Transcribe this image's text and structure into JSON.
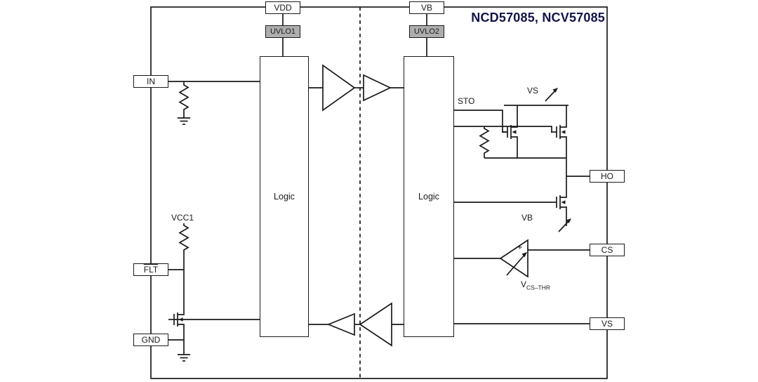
{
  "title": "NCD57085, NCV57085",
  "colors": {
    "background": "#ffffff",
    "line": "#1a1a1a",
    "uvlo_fill": "#aeaeae",
    "title_text": "#13134a"
  },
  "pins": {
    "vdd": {
      "label": "VDD"
    },
    "vb": {
      "label": "VB"
    },
    "in": {
      "label": "IN"
    },
    "flt": {
      "label": "FLT"
    },
    "gnd": {
      "label": "GND"
    },
    "ho": {
      "label": "HO"
    },
    "cs": {
      "label": "CS"
    },
    "vs": {
      "label": "VS"
    }
  },
  "blocks": {
    "uvlo1": {
      "label": "UVLO1"
    },
    "uvlo2": {
      "label": "UVLO2"
    },
    "logic_primary": {
      "label": "Logic"
    },
    "logic_secondary": {
      "label": "Logic"
    }
  },
  "net_labels": {
    "sto": "STO",
    "vs_rail": "VS",
    "vb_rail": "VB",
    "vcc1": "VCC1",
    "comparator_plus": "+",
    "vcs_thr_base": "V",
    "vcs_thr_sub": "CS–THR"
  }
}
